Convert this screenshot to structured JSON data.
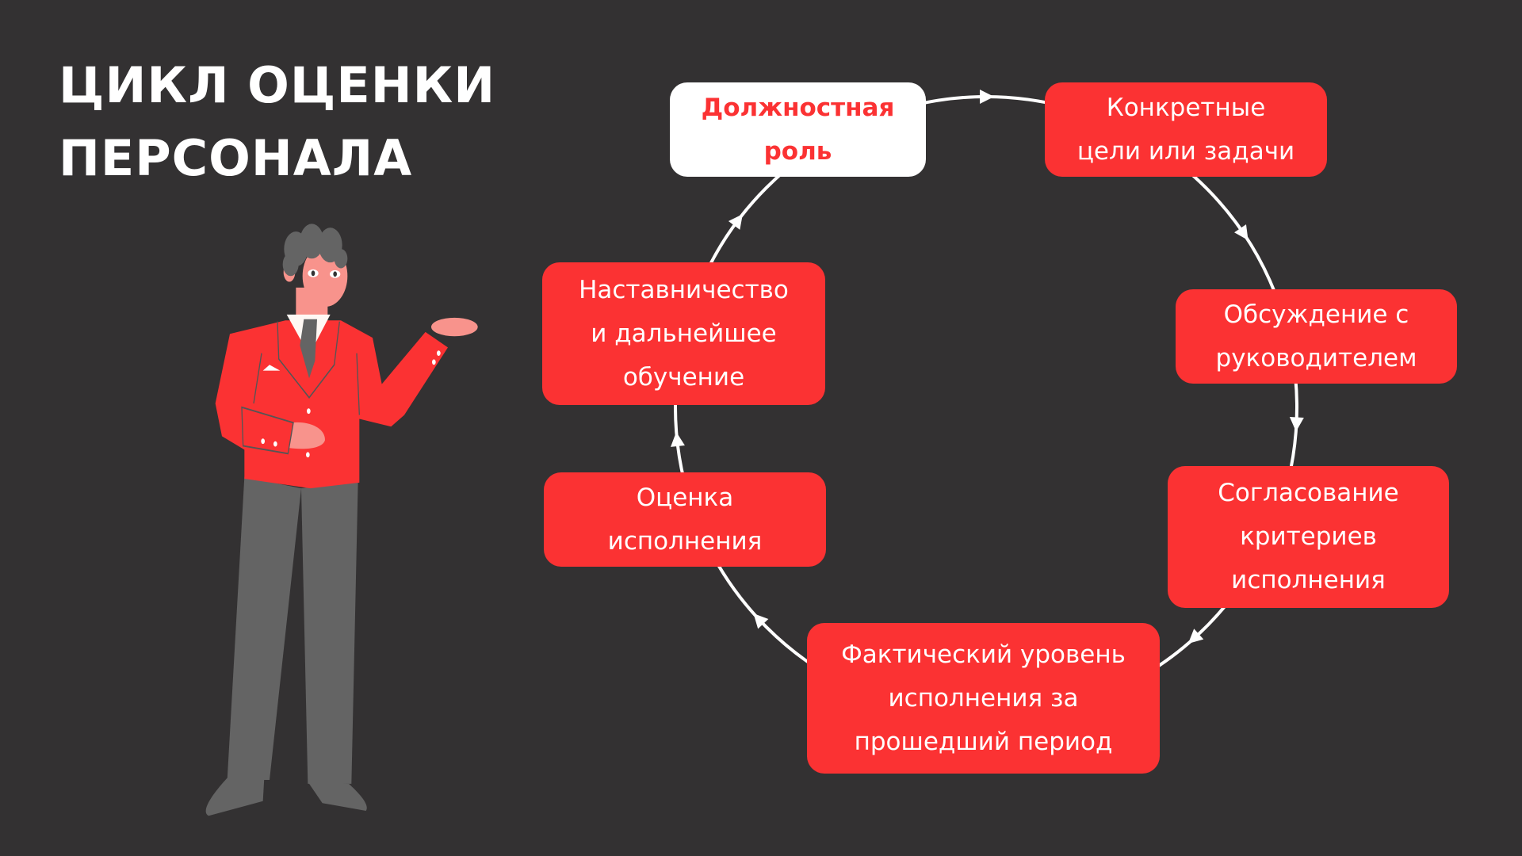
{
  "title": {
    "line1": "ЦИКЛ ОЦЕНКИ",
    "line2": "ПЕРСОНАЛА"
  },
  "cycle": [
    {
      "lines": [
        "Должностная",
        "роль"
      ],
      "highlighted": true
    },
    {
      "lines": [
        "Конкретные",
        "цели или задачи"
      ]
    },
    {
      "lines": [
        "Обсуждение с",
        "руководителем"
      ]
    },
    {
      "lines": [
        "Согласование",
        "критериев",
        "исполнения"
      ]
    },
    {
      "lines": [
        "Фактический уровень",
        "исполнения за",
        "прошедший период"
      ]
    },
    {
      "lines": [
        "Оценка",
        "исполнения"
      ]
    },
    {
      "lines": [
        "Наставничество",
        "и дальнейшее",
        "обучение"
      ]
    }
  ],
  "colors": {
    "background": "#333132",
    "accent": "#fb3233",
    "box_white": "#ffffff",
    "pants": "#646464",
    "skin": "#f8938c"
  }
}
